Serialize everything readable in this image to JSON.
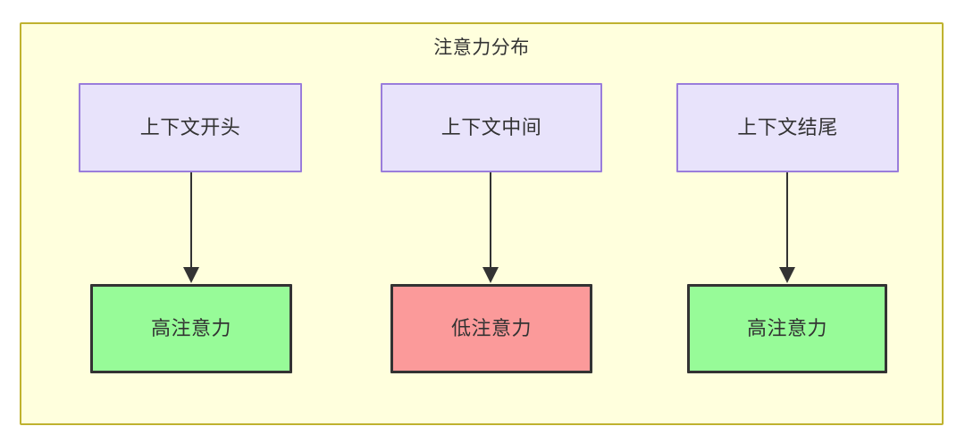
{
  "diagram": {
    "title": "注意力分布",
    "container": {
      "fill": "#ffffdd",
      "stroke": "#bfb22f"
    },
    "nodes": {
      "sources": [
        {
          "id": "src-0",
          "label": "上下文开头",
          "fill": "#e8e3fb",
          "stroke": "#9a7ddb"
        },
        {
          "id": "src-1",
          "label": "上下文中间",
          "fill": "#e8e3fb",
          "stroke": "#9a7ddb"
        },
        {
          "id": "src-2",
          "label": "上下文结尾",
          "fill": "#e8e3fb",
          "stroke": "#9a7ddb"
        }
      ],
      "outcomes": [
        {
          "id": "out-0",
          "label": "高注意力",
          "fill": "#97fb98",
          "stroke": "#333333",
          "level": "high"
        },
        {
          "id": "out-1",
          "label": "低注意力",
          "fill": "#fb9a9a",
          "stroke": "#333333",
          "level": "low"
        },
        {
          "id": "out-2",
          "label": "高注意力",
          "fill": "#97fb98",
          "stroke": "#333333",
          "level": "high"
        }
      ]
    },
    "edges": [
      {
        "from": "src-0",
        "to": "out-0",
        "style": "arrow-down"
      },
      {
        "from": "src-1",
        "to": "out-1",
        "style": "arrow-down"
      },
      {
        "from": "src-2",
        "to": "out-2",
        "style": "arrow-down"
      }
    ]
  }
}
